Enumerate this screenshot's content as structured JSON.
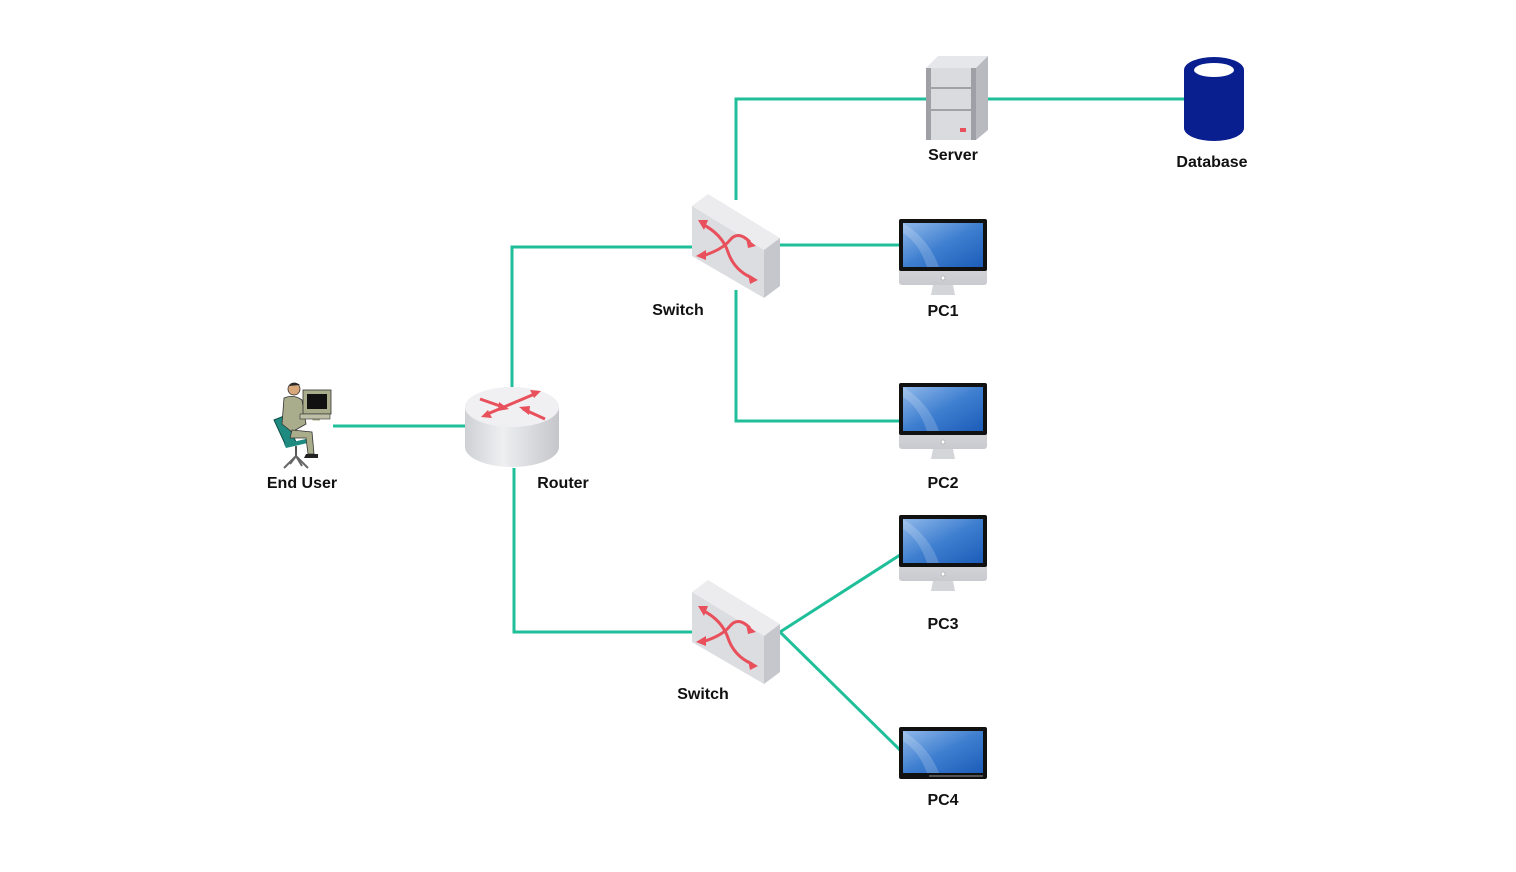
{
  "diagram": {
    "type": "network-topology",
    "link_color": "#1fbf9a",
    "nodes": {
      "end_user": {
        "label": "End User",
        "kind": "user-workstation"
      },
      "router": {
        "label": "Router",
        "kind": "router"
      },
      "switch_top": {
        "label": "Switch",
        "kind": "switch"
      },
      "switch_bottom": {
        "label": "Switch",
        "kind": "switch"
      },
      "server": {
        "label": "Server",
        "kind": "server"
      },
      "database": {
        "label": "Database",
        "kind": "database"
      },
      "pc1": {
        "label": "PC1",
        "kind": "desktop"
      },
      "pc2": {
        "label": "PC2",
        "kind": "desktop"
      },
      "pc3": {
        "label": "PC3",
        "kind": "desktop"
      },
      "pc4": {
        "label": "PC4",
        "kind": "monitor"
      }
    },
    "edges": [
      {
        "from": "end_user",
        "to": "router"
      },
      {
        "from": "router",
        "to": "switch_top"
      },
      {
        "from": "router",
        "to": "switch_bottom"
      },
      {
        "from": "switch_top",
        "to": "server"
      },
      {
        "from": "server",
        "to": "database"
      },
      {
        "from": "switch_top",
        "to": "pc1"
      },
      {
        "from": "switch_top",
        "to": "pc2"
      },
      {
        "from": "switch_bottom",
        "to": "pc3"
      },
      {
        "from": "switch_bottom",
        "to": "pc4"
      }
    ],
    "colors": {
      "arrow_red": "#e8505b",
      "device_gray": "#dcdde1",
      "database_blue": "#0a1f8f",
      "screen_blue": "#2b6cc4"
    }
  }
}
